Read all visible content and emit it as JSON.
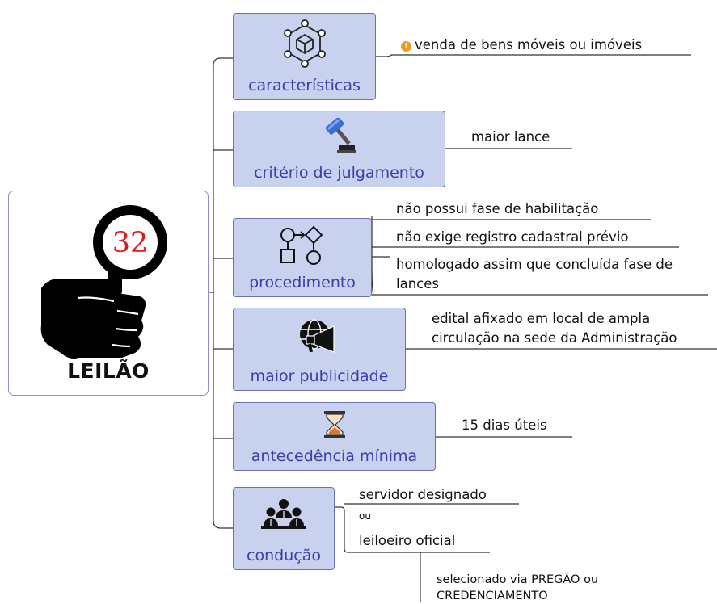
{
  "root": {
    "title": "LEILÃO",
    "badge": "32",
    "icon": "magnifier-in-hand-icon"
  },
  "topics": [
    {
      "label": "características",
      "icon": "network-cube-icon",
      "notes": [
        {
          "text": "venda de bens móveis ou imóveis",
          "marker": "warning-icon"
        }
      ]
    },
    {
      "label": "critério de julgamento",
      "icon": "gavel-icon",
      "notes": [
        {
          "text": "maior lance"
        }
      ]
    },
    {
      "label": "procedimento",
      "icon": "flowchart-icon",
      "notes": [
        {
          "text": "não possui fase de habilitação"
        },
        {
          "text": "não exige registro cadastral prévio"
        },
        {
          "text": "homologado assim que concluída fase de lances"
        }
      ]
    },
    {
      "label": "maior publicidade",
      "icon": "globe-megaphone-icon",
      "notes": [
        {
          "text": "edital afixado em local de ampla circulação na sede da Administração"
        }
      ]
    },
    {
      "label": "antecedência mínima",
      "icon": "hourglass-icon",
      "notes": [
        {
          "text": "15 dias úteis"
        }
      ]
    },
    {
      "label": "condução",
      "icon": "team-icon",
      "notes": [
        {
          "text": "servidor designado"
        },
        {
          "text": "ou"
        },
        {
          "text": "leiloeiro oficial",
          "sub": [
            {
              "text": "selecionado via PREGÃO ou CREDENCIAMENTO"
            }
          ]
        }
      ]
    }
  ]
}
